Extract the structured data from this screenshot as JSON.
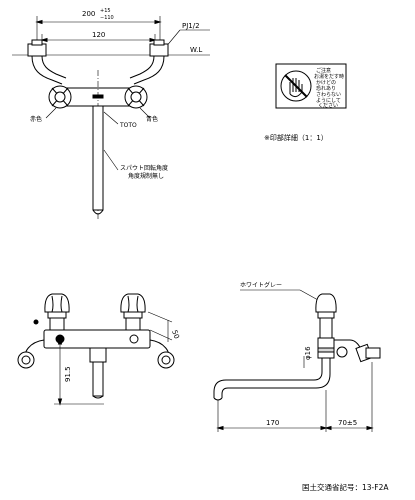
{
  "dims": {
    "top_overall": "200",
    "top_tol_plus": "+15",
    "top_tol_minus": "−110",
    "top_center": "120",
    "thread": "PJ1/2",
    "wall_line": "W.L",
    "front_handle_dist": "50",
    "front_height": "91.5",
    "side_pipe_dia": "φ16",
    "side_spout": "170",
    "side_offset": "70±5"
  },
  "labels": {
    "red": "赤色",
    "blue": "青色",
    "maker": "TOTO",
    "spout_note_1": "スパウト回転角度",
    "spout_note_2": "角度規制無し",
    "white_gray": "ホワイトグレー",
    "print_detail": "※印部詳細（1：1）",
    "caution_1": "ご注意",
    "caution_2": "お湯をだす時",
    "caution_3": "かけどの",
    "caution_4": "恐れあり",
    "caution_5": "さわらない",
    "caution_6": "ようにして",
    "caution_7": "ください",
    "footer": "国土交通省記号：13-F2A"
  }
}
